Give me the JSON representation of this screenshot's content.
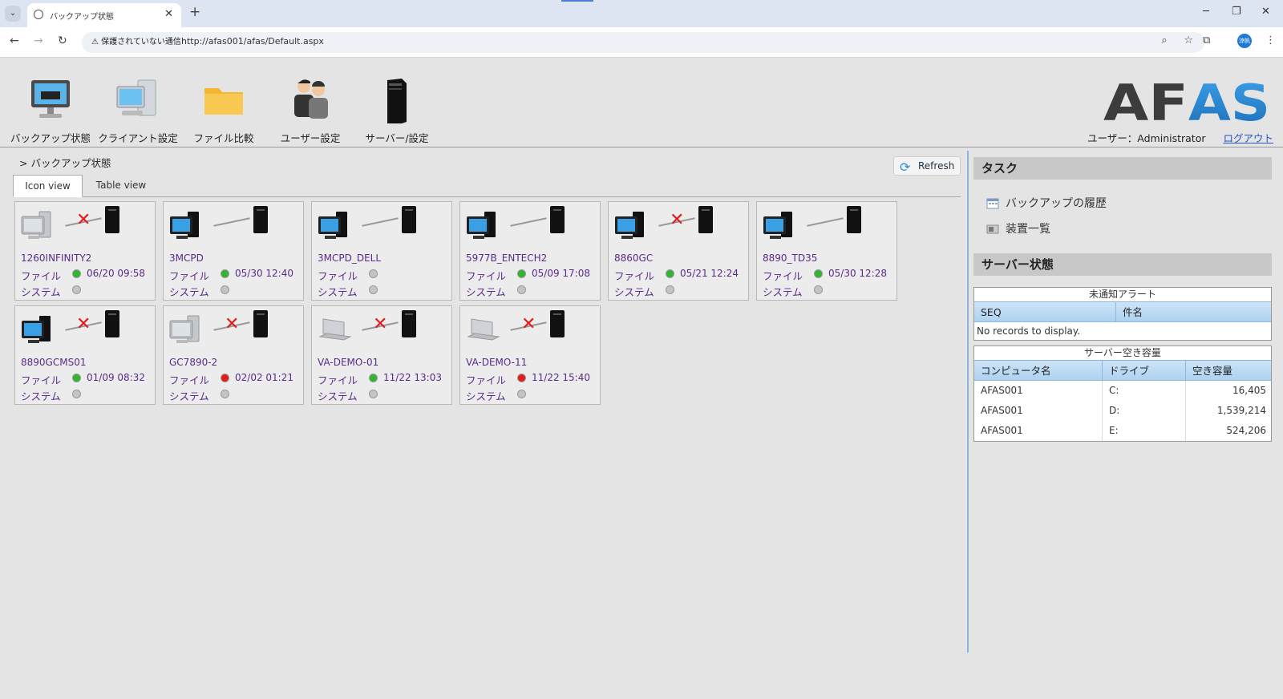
{
  "browser": {
    "tab_title": "バックアップ状態",
    "security_label": "保護されていない通信",
    "url": "http://afas001/afas/Default.aspx",
    "profile_label": "涼帆"
  },
  "toolbar": {
    "items": [
      {
        "label": "バックアップ状態",
        "icon": "monitor-icon"
      },
      {
        "label": "クライアント設定",
        "icon": "computer-icon"
      },
      {
        "label": "ファイル比較",
        "icon": "folder-icon"
      },
      {
        "label": "ユーザー設定",
        "icon": "users-icon"
      },
      {
        "label": "サーバー/設定",
        "icon": "server-icon"
      }
    ],
    "logo_text": "AFAS",
    "user_label": "ユーザー：Administrator",
    "logout_label": "ログアウト"
  },
  "main": {
    "breadcrumb": "> バックアップ状態",
    "refresh_label": "Refresh",
    "tabs": [
      {
        "label": "Icon view",
        "active": true
      },
      {
        "label": "Table view",
        "active": false
      }
    ],
    "file_label": "ファイル",
    "system_label": "システム",
    "clients": [
      {
        "name": "1260INFINITY2",
        "connected": false,
        "pc": "desktop-grey",
        "file_status": "green",
        "file_time": "06/20 09:58",
        "system_status": "grey"
      },
      {
        "name": "3MCPD",
        "connected": true,
        "pc": "desktop-color",
        "file_status": "green",
        "file_time": "05/30 12:40",
        "system_status": "grey"
      },
      {
        "name": "3MCPD_DELL",
        "connected": true,
        "pc": "desktop-color",
        "file_status": "grey",
        "file_time": "",
        "system_status": "grey"
      },
      {
        "name": "5977B_ENTECH2",
        "connected": true,
        "pc": "desktop-color",
        "file_status": "green",
        "file_time": "05/09 17:08",
        "system_status": "grey"
      },
      {
        "name": "8860GC",
        "connected": false,
        "pc": "desktop-color",
        "file_status": "green",
        "file_time": "05/21 12:24",
        "system_status": "grey"
      },
      {
        "name": "8890_TD35",
        "connected": true,
        "pc": "desktop-color",
        "file_status": "green",
        "file_time": "05/30 12:28",
        "system_status": "grey"
      },
      {
        "name": "8890GCMS01",
        "connected": false,
        "pc": "desktop-color",
        "file_status": "green",
        "file_time": "01/09 08:32",
        "system_status": "grey"
      },
      {
        "name": "GC7890-2",
        "connected": false,
        "pc": "desktop-grey",
        "file_status": "red",
        "file_time": "02/02 01:21",
        "system_status": "grey"
      },
      {
        "name": "VA-DEMO-01",
        "connected": false,
        "pc": "laptop-grey",
        "file_status": "green",
        "file_time": "11/22 13:03",
        "system_status": "grey"
      },
      {
        "name": "VA-DEMO-11",
        "connected": false,
        "pc": "laptop-grey",
        "file_status": "red",
        "file_time": "11/22 15:40",
        "system_status": "grey"
      }
    ]
  },
  "tasks": {
    "title": "タスク",
    "items": [
      "バックアップの履歴",
      "装置一覧"
    ]
  },
  "server_status": {
    "title": "サーバー状態",
    "alerts": {
      "title": "未通知アラート",
      "columns": [
        "SEQ",
        "件名"
      ],
      "empty_text": "No records to display."
    },
    "free_space": {
      "title": "サーバー空き容量",
      "columns": [
        "コンピュータ名",
        "ドライブ",
        "空き容量"
      ],
      "rows": [
        [
          "AFAS001",
          "C:",
          "16,405"
        ],
        [
          "AFAS001",
          "D:",
          "1,539,214"
        ],
        [
          "AFAS001",
          "E:",
          "524,206"
        ]
      ]
    }
  },
  "colors": {
    "status_green": "#2fb52f",
    "status_red": "#e01c1c",
    "status_grey": "#c4c4c4",
    "accent": "#1f84d6"
  }
}
